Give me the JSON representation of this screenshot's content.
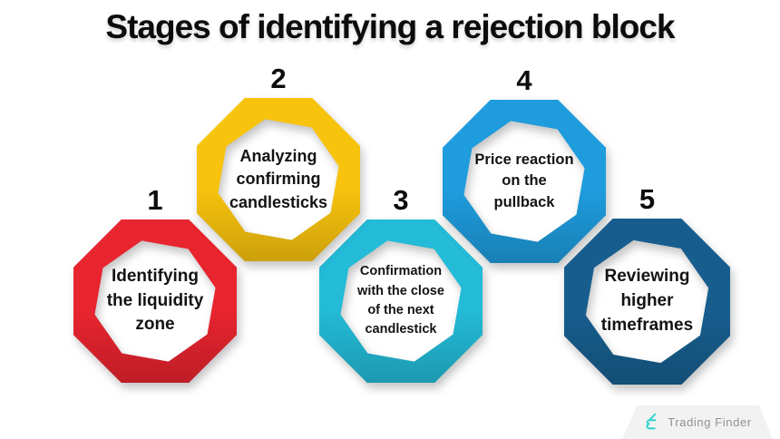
{
  "title": "Stages of identifying a rejection block",
  "stages": [
    {
      "number": "1",
      "label": "Identifying\nthe liquidity\nzone",
      "color": "#E8242F",
      "name": "identifying-the-liquidity-zone"
    },
    {
      "number": "2",
      "label": "Analyzing\nconfirming\ncandlesticks",
      "color": "#F8C30D",
      "name": "analyzing-confirming-candlesticks"
    },
    {
      "number": "3",
      "label": "Confirmation\nwith the close\nof the next\ncandlestick",
      "color": "#23BBD7",
      "name": "confirmation-with-close-of-next-candlestick"
    },
    {
      "number": "4",
      "label": "Price reaction\non the\npullback",
      "color": "#1E9CDD",
      "name": "price-reaction-on-the-pullback"
    },
    {
      "number": "5",
      "label": "Reviewing\nhigher\ntimeframes",
      "color": "#175E8E",
      "name": "reviewing-higher-timeframes"
    }
  ],
  "branding": {
    "logo_text": "Trading Finder",
    "logo_icon": "trading-finder-icon",
    "logo_color": "#35D3CC",
    "text_color": "#8D9296"
  }
}
